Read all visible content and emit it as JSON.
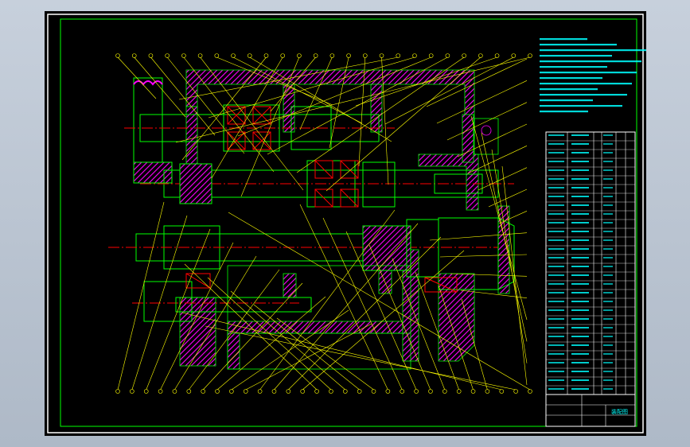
{
  "drawing": {
    "kind": "cad-assembly-drawing",
    "background": "#000000",
    "viewport_background": "#b9c3d0",
    "colors": {
      "frame": "#ffffff",
      "inner_frame": "#00ff00",
      "outline": "#00ff00",
      "leader": "#ffff00",
      "hatch": "#ff00ff",
      "centerline": "#ff0000",
      "text": "#00ffff",
      "bearing": "#ff0000"
    },
    "title_block": {
      "sheet_label": "装配图"
    },
    "part_balloon_count_top": 26,
    "part_balloon_count_bottom": 30,
    "part_balloon_count_right": 16,
    "bom_rows": 30
  }
}
